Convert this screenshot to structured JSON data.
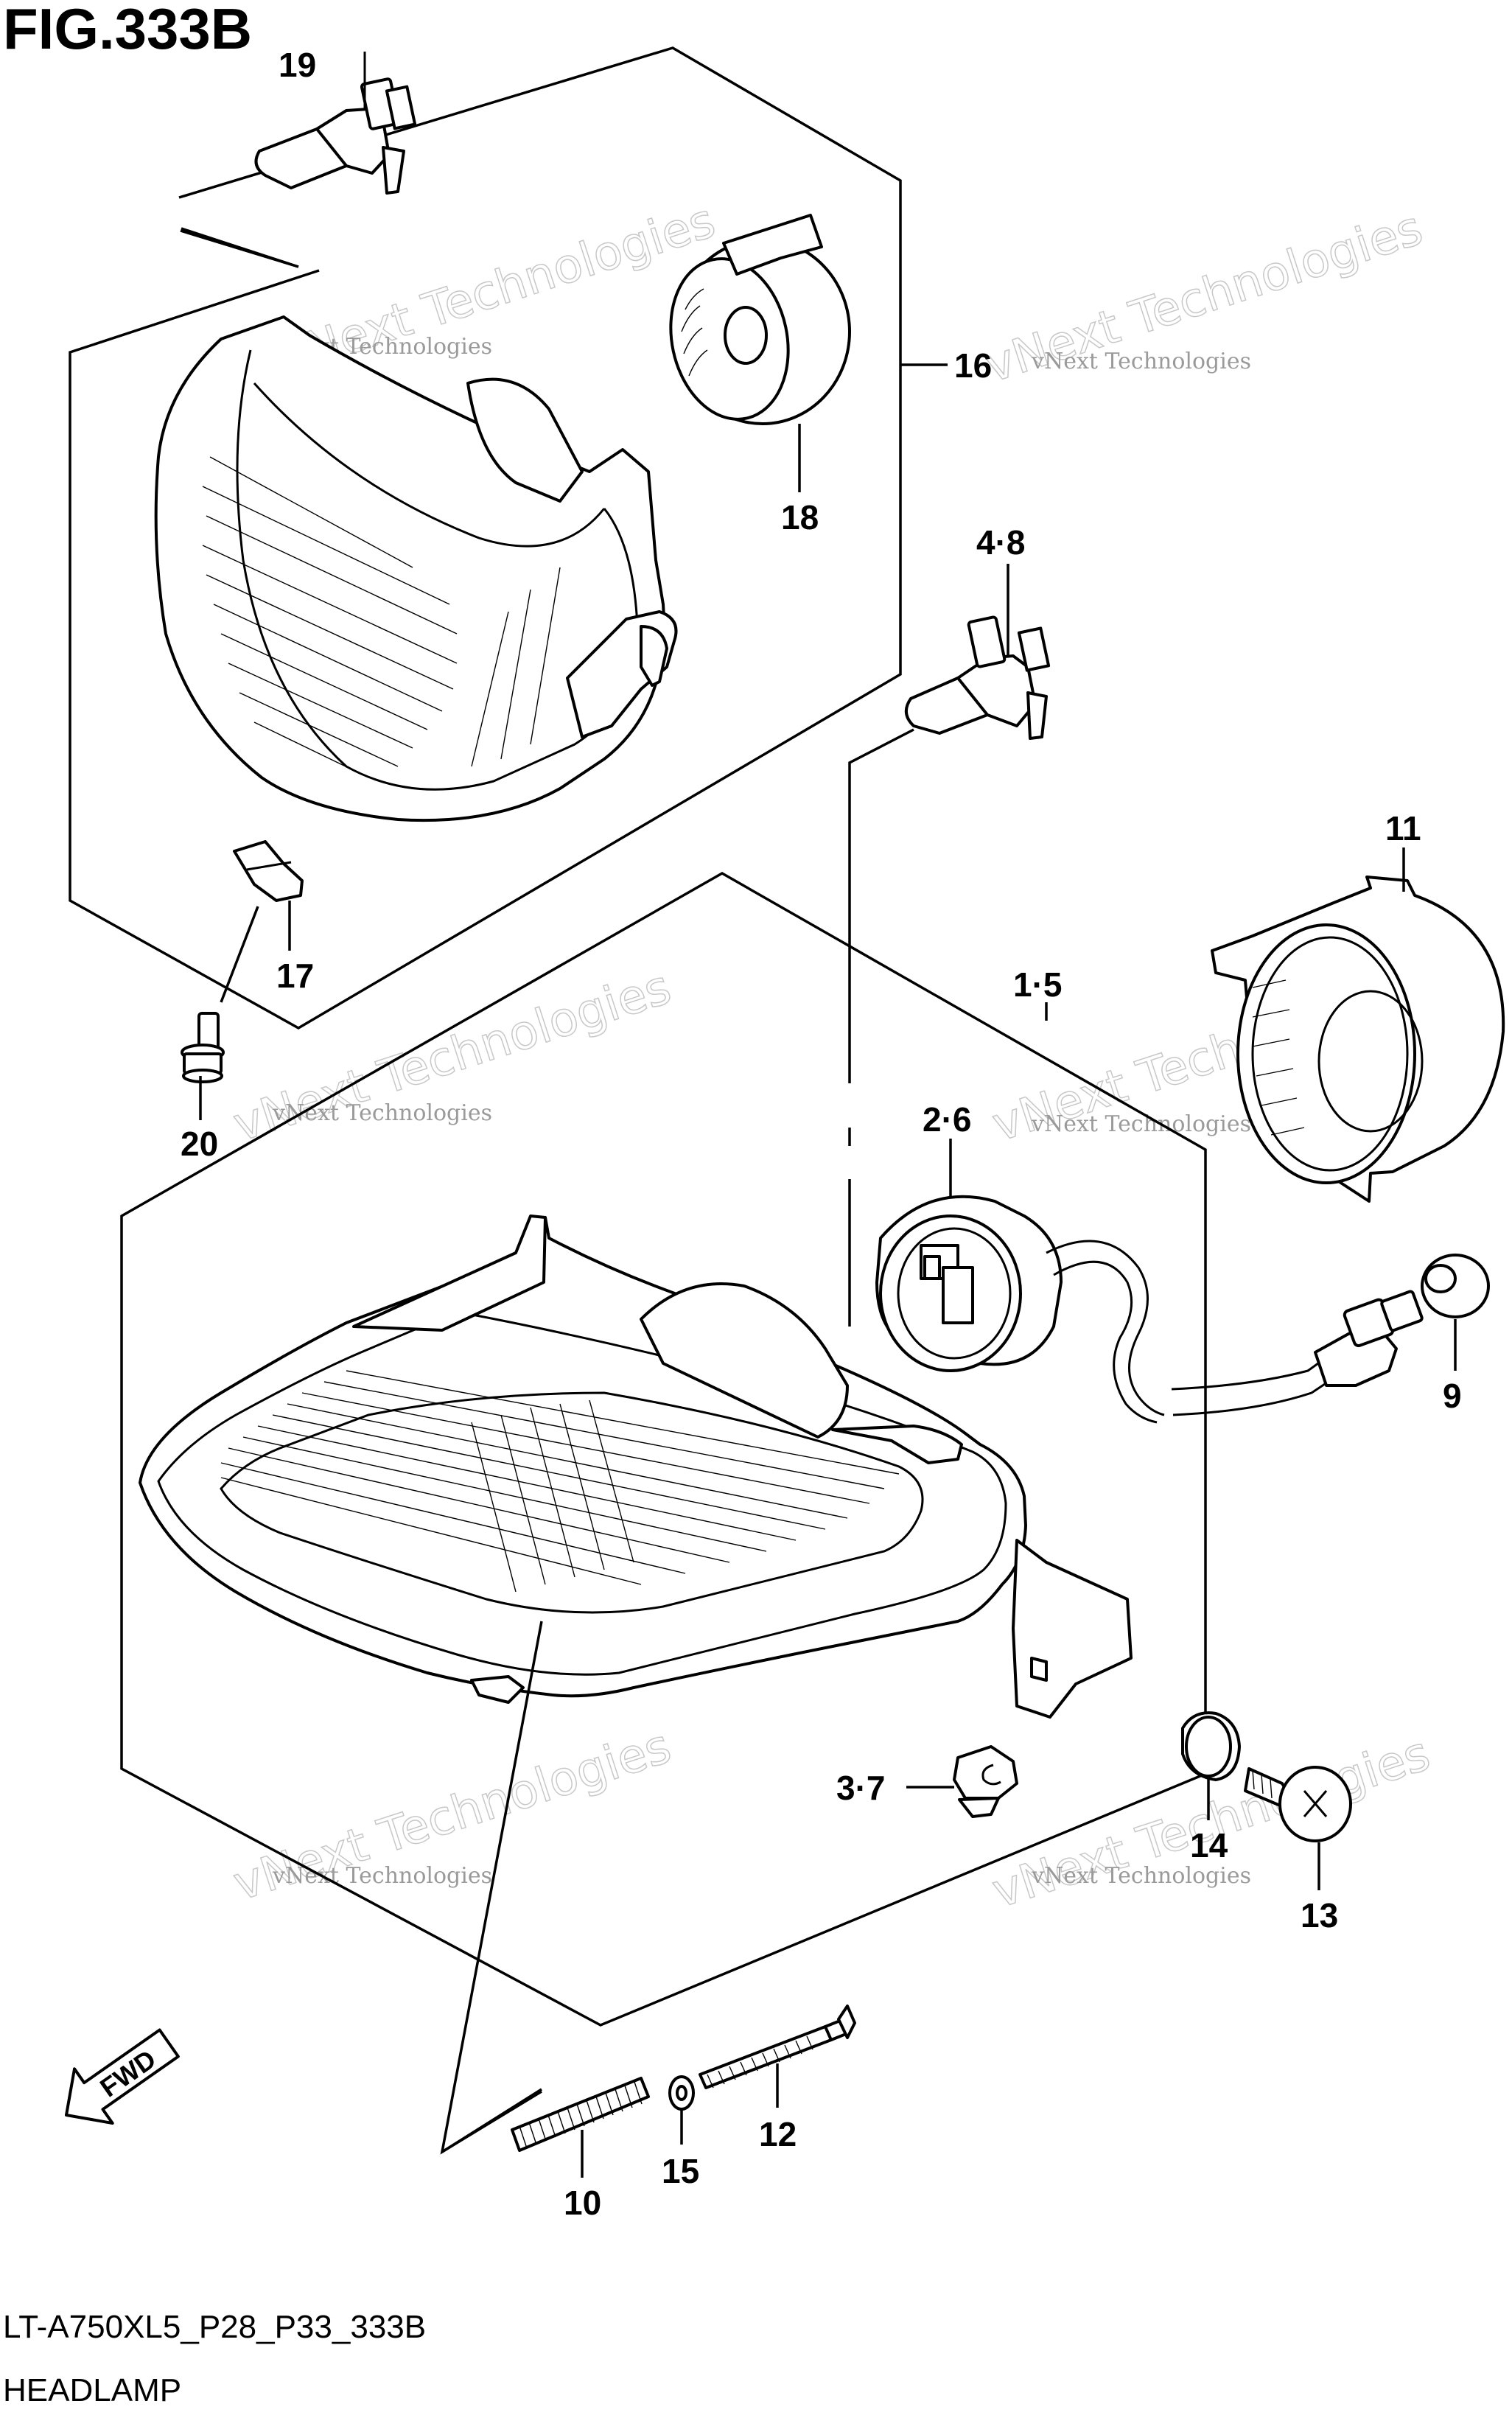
{
  "figure": {
    "title": "FIG.333B",
    "code": "LT-A750XL5_P28_P33_333B",
    "name": "HEADLAMP",
    "direction_label": "FWD"
  },
  "watermark": {
    "line1": "vNext Technologies",
    "line2": "vNext Technologies"
  },
  "callouts": {
    "c19": "19",
    "c16": "16",
    "c18": "18",
    "c48": "4·8",
    "c17": "17",
    "c20": "20",
    "c11": "11",
    "c15a": "1·5",
    "c26": "2·6",
    "c9": "9",
    "c37": "3·7",
    "c14": "14",
    "c13": "13",
    "c12": "12",
    "c10": "10",
    "c15": "15"
  }
}
